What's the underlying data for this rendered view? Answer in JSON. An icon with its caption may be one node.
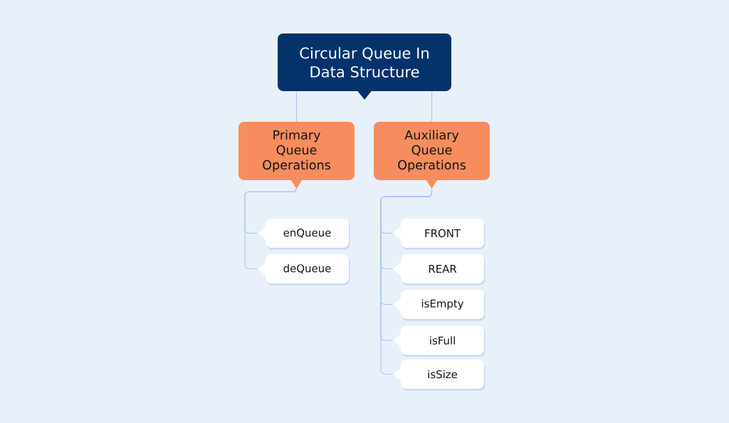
{
  "diagram": {
    "nodes": [
      {
        "text": [
          "Circular Queue In Data Structure"
        ]
      },
      {
        "text": [
          "Primary Queue Operations"
        ]
      },
      {
        "text": [
          "Auxiliary Queue Operations"
        ]
      },
      {
        "text": [
          "enQueue"
        ]
      },
      {
        "text": [
          "deQueue"
        ]
      },
      {
        "text": [
          "FRONT"
        ]
      },
      {
        "text": [
          "REAR"
        ]
      },
      {
        "text": [
          "isEmpty"
        ]
      },
      {
        "text": [
          "isFull"
        ]
      },
      {
        "text": [
          "isSize"
        ]
      }
    ],
    "edges": [
      {
        "from": 0,
        "to": 1,
        "arrow": "none"
      },
      {
        "from": 0,
        "to": 2,
        "arrow": "none"
      },
      {
        "from": 1,
        "to": 3,
        "arrow": "none"
      },
      {
        "from": 1,
        "to": 4,
        "arrow": "none"
      },
      {
        "from": 2,
        "to": 5,
        "arrow": "none"
      },
      {
        "from": 2,
        "to": 6,
        "arrow": "none"
      },
      {
        "from": 2,
        "to": 7,
        "arrow": "none"
      },
      {
        "from": 2,
        "to": 8,
        "arrow": "none"
      },
      {
        "from": 2,
        "to": 9,
        "arrow": "none"
      }
    ]
  }
}
